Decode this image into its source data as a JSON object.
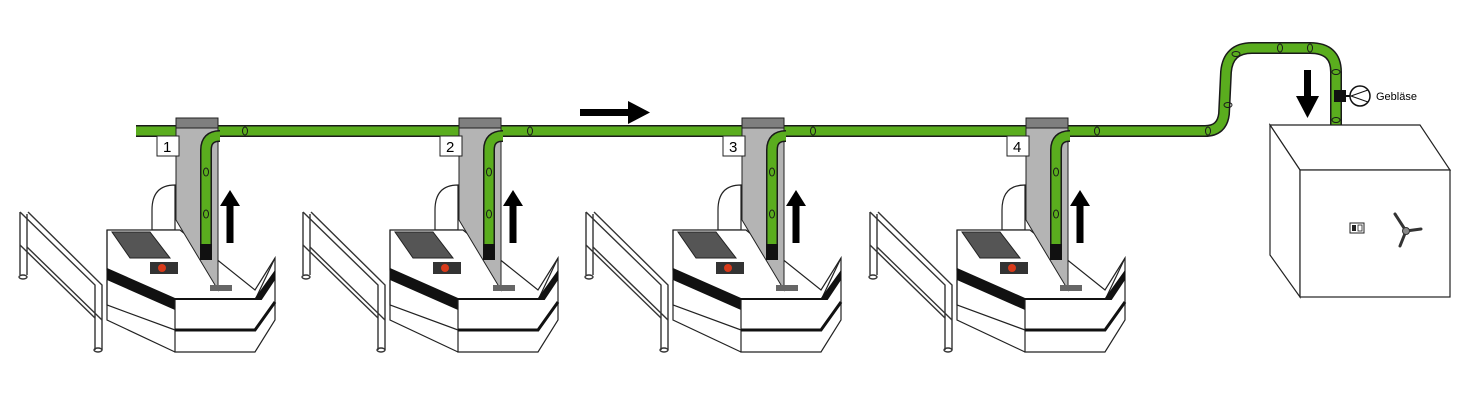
{
  "stations": [
    {
      "number": "1"
    },
    {
      "number": "2"
    },
    {
      "number": "3"
    },
    {
      "number": "4"
    }
  ],
  "blower": {
    "label": "Gebläse"
  },
  "colors": {
    "pipe": "#5aad1e",
    "pipe_outline": "#1a1a1a",
    "column": "#b4b4b4",
    "column_dark": "#7f7f7f",
    "arrow": "#000000",
    "hotspot": "#d83a1a"
  },
  "icons": {
    "flow_arrow": "arrow-right-icon",
    "suction_arrow": "arrow-up-icon",
    "inlet_arrow": "arrow-down-icon",
    "blower": "fan-icon",
    "safe_handle": "wheel-handle-icon",
    "safe_lock": "keypad-icon"
  }
}
